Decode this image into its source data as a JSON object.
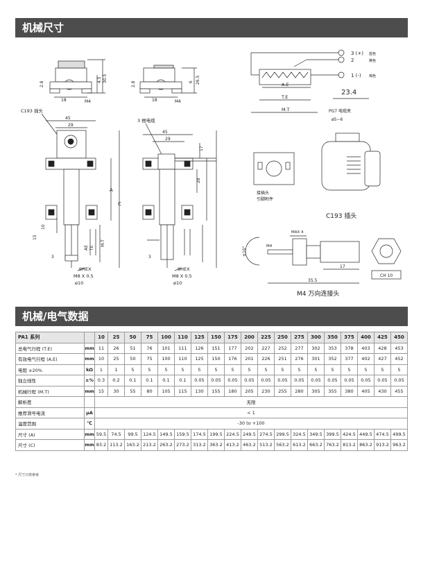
{
  "sections": {
    "mechanical_dims": "机械尺寸",
    "mech_elec_data": "机械/电气数据"
  },
  "drawing_labels": {
    "c193_plug": "C193 插头",
    "three_core_cable": "3 根电缆",
    "hex1": "9HEX",
    "thread1": "M8 X 0.5",
    "dia1": "ø10",
    "hex2": "9HEX",
    "thread2": "M8 X 0.5",
    "dia2": "ø10",
    "d45a": "45",
    "d29a": "29",
    "d18a": "18",
    "m4a": "M4",
    "d28a": "2.8",
    "d45b": "4.5",
    "d305": "30.5",
    "d45c": "45",
    "d29b": "29",
    "d18b": "18",
    "m4b": "M4",
    "d28b": "2.8",
    "d6": "6",
    "d265": "26.5",
    "d17": "17",
    "d10": "10",
    "d15": "15",
    "d3a": "3",
    "d3b": "3",
    "d28c": "28",
    "ae": "AE",
    "te": "TE",
    "mt": "M.T",
    "a": "A",
    "c": "C",
    "pin3": "3 (+)",
    "pin3_color": "蓝色",
    "pin2": "2",
    "pin2_color": "黄色",
    "pin1": "1 (-)",
    "pin1_color": "褐色",
    "ae2": "A.E",
    "te2": "T.E",
    "mt2": "M.T",
    "d234": "23.4",
    "pg7": "PG7 电缆夹",
    "d58": "ø5~6",
    "ground_a": "接插头",
    "ground_b": "引脚附件",
    "c193_plug2": "C193 插头",
    "max4": "MAX 4",
    "m4c": "M4",
    "d17b": "17",
    "d355": "35.5",
    "ch10": "CH 10",
    "angle": "±10°",
    "m4_joint": "M4 万向连接头"
  },
  "table": {
    "series_label": "PA1 系列",
    "sizes": [
      "10",
      "25",
      "50",
      "75",
      "100",
      "110",
      "125",
      "150",
      "175",
      "200",
      "225",
      "250",
      "275",
      "300",
      "350",
      "375",
      "400",
      "425",
      "450"
    ],
    "rows": [
      {
        "label": "总电气行程 (T.E)",
        "unit": "mm",
        "values": [
          "11",
          "26",
          "51",
          "76",
          "101",
          "111",
          "126",
          "151",
          "177",
          "202",
          "227",
          "252",
          "277",
          "302",
          "353",
          "378",
          "403",
          "428",
          "453"
        ]
      },
      {
        "label": "有效电气行程 (A.E)",
        "unit": "mm",
        "values": [
          "10",
          "25",
          "50",
          "75",
          "100",
          "110",
          "125",
          "150",
          "176",
          "201",
          "226",
          "251",
          "276",
          "301",
          "352",
          "377",
          "402",
          "427",
          "452"
        ]
      },
      {
        "label": "电阻 ±20%",
        "unit": "kΩ",
        "values": [
          "1",
          "1",
          "5",
          "5",
          "5",
          "5",
          "5",
          "5",
          "5",
          "5",
          "5",
          "5",
          "5",
          "5",
          "5",
          "5",
          "5",
          "5",
          "5"
        ]
      },
      {
        "label": "独立线性",
        "unit": "±%",
        "values": [
          "0.3",
          "0.2",
          "0.1",
          "0.1",
          "0.1",
          "0.1",
          "0.05",
          "0.05",
          "0.05",
          "0.05",
          "0.05",
          "0.05",
          "0.05",
          "0.05",
          "0.05",
          "0.05",
          "0.05",
          "0.05",
          "0.05"
        ]
      },
      {
        "label": "机械行程 (M.T)",
        "unit": "mm",
        "values": [
          "15",
          "30",
          "55",
          "80",
          "105",
          "115",
          "130",
          "155",
          "180",
          "205",
          "230",
          "255",
          "280",
          "305",
          "355",
          "380",
          "405",
          "430",
          "455"
        ]
      },
      {
        "label": "解析度",
        "unit": "",
        "merged": "无限"
      },
      {
        "label": "推荐滑号电流",
        "unit": "μA",
        "merged": "< 1"
      },
      {
        "label": "温度范围",
        "unit": "℃",
        "merged": "-30 to +100"
      },
      {
        "label": "尺寸 (A)",
        "unit": "mm",
        "values": [
          "59.5",
          "74.5",
          "99.5",
          "124.5",
          "149.5",
          "159.5",
          "174.5",
          "199.5",
          "224.5",
          "249.5",
          "274.5",
          "299.5",
          "324.5",
          "349.5",
          "399.5",
          "424.5",
          "449.5",
          "474.5",
          "499.5"
        ]
      },
      {
        "label": "尺寸 (C)",
        "unit": "mm",
        "values": [
          "83.2",
          "113.2",
          "163.2",
          "213.2",
          "263.2",
          "273.2",
          "313.2",
          "363.2",
          "413.2",
          "463.2",
          "513.2",
          "563.2",
          "613.2",
          "663.2",
          "763.2",
          "813.2",
          "863.2",
          "913.2",
          "963.2"
        ]
      }
    ],
    "footnote": "* 尺寸只供参考"
  }
}
